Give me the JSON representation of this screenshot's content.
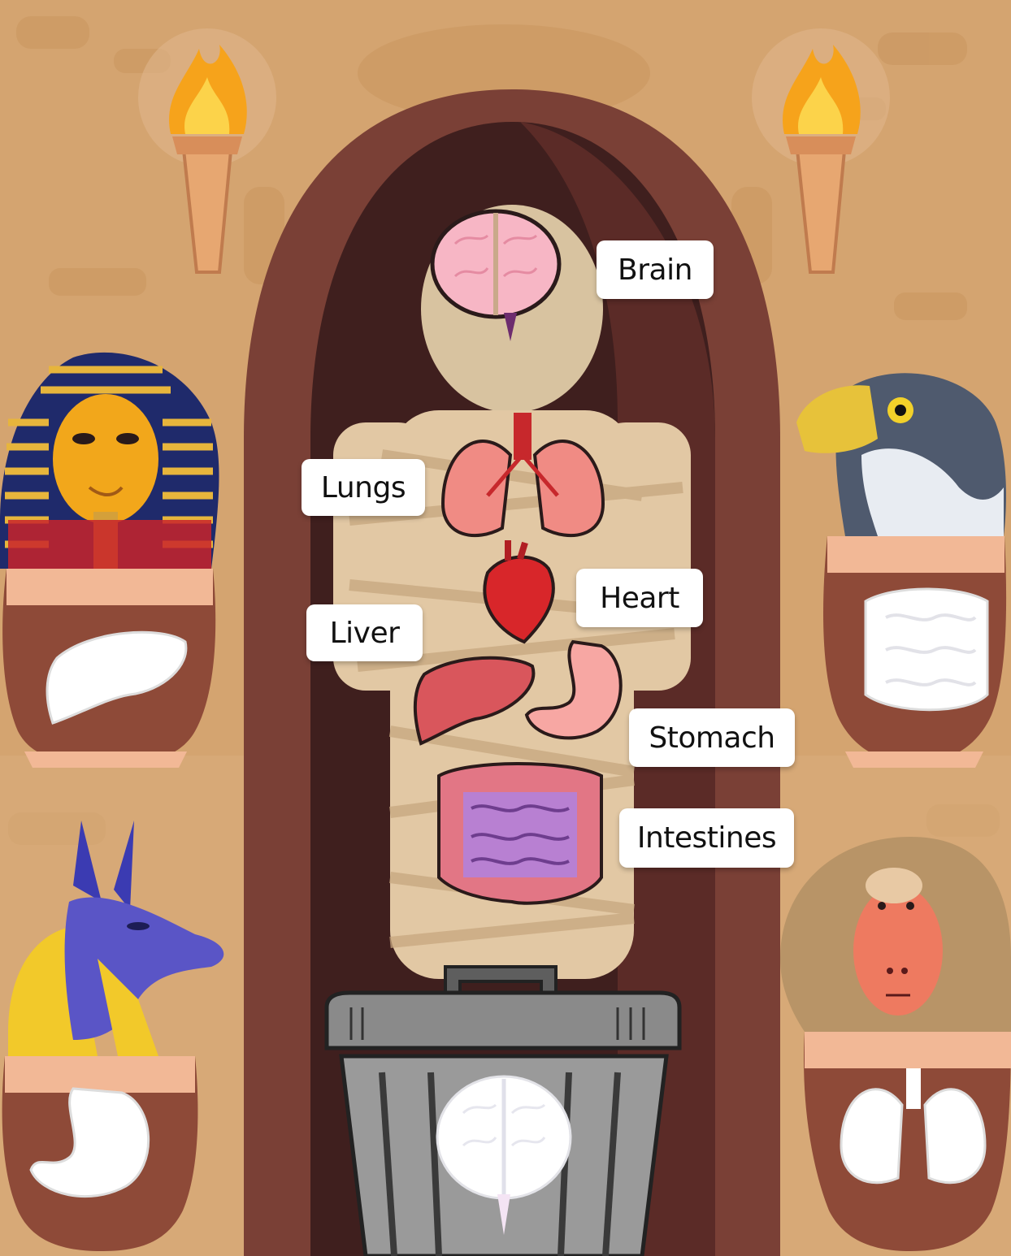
{
  "labels": {
    "brain": "Brain",
    "lungs": "Lungs",
    "heart": "Heart",
    "liver": "Liver",
    "stomach": "Stomach",
    "intestines": "Intestines"
  },
  "icons": {
    "torches": "torch-icon",
    "canopic_jars": [
      "human-head-jar-icon",
      "falcon-head-jar-icon",
      "jackal-head-jar-icon",
      "baboon-head-jar-icon"
    ],
    "jar_contents": [
      "liver-icon",
      "intestines-icon",
      "stomach-icon",
      "lungs-icon"
    ],
    "bin": "trash-bin-icon",
    "bin_content": "brain-icon"
  },
  "colors": {
    "wall": "#D4A470",
    "sarcophagus_outer": "#7A4036",
    "sarcophagus_inner": "#3F1F1E",
    "jar": "#8E4A38",
    "jar_band": "#F2B896",
    "bandage": "#E2C8A4"
  }
}
